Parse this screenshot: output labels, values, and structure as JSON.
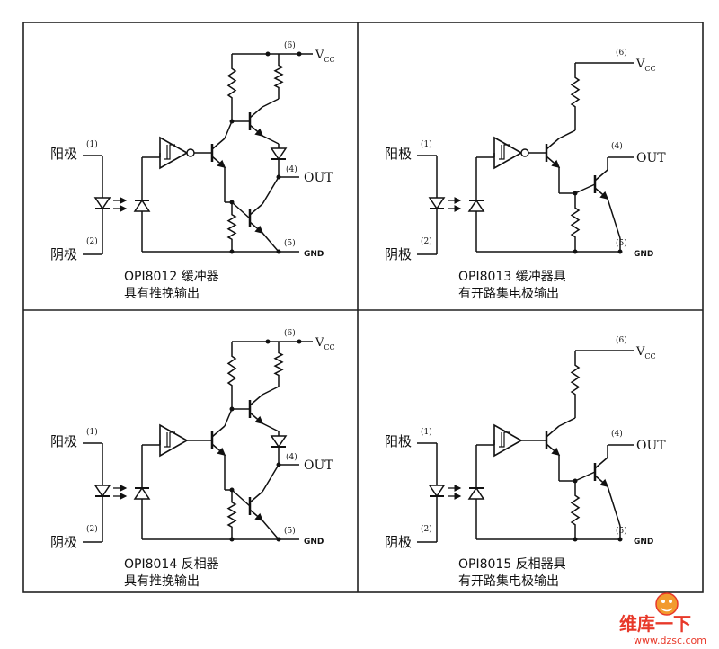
{
  "panels": [
    {
      "id": "opi8012",
      "output_type": "push-pull",
      "inverting": false,
      "caption_line1": "OPI8012 缓冲器",
      "caption_line2": "具有推挽输出",
      "anode_label": "阳极",
      "cathode_label": "阴极",
      "pin1": "(1)",
      "pin2": "(2)",
      "pin4": "(4)",
      "pin5": "(5)",
      "pin6": "(6)",
      "vcc_label": "V",
      "vcc_sub": "CC",
      "out_label": "OUT",
      "gnd_label": "GND"
    },
    {
      "id": "opi8013",
      "output_type": "open-collector",
      "inverting": false,
      "caption_line1": "OPI8013 缓冲器具",
      "caption_line2": "有开路集电极输出",
      "anode_label": "阳极",
      "cathode_label": "阴极",
      "pin1": "(1)",
      "pin2": "(2)",
      "pin4": "(4)",
      "pin5": "(5)",
      "pin6": "(6)",
      "vcc_label": "V",
      "vcc_sub": "CC",
      "out_label": "OUT",
      "gnd_label": "GND"
    },
    {
      "id": "opi8014",
      "output_type": "push-pull",
      "inverting": true,
      "caption_line1": "OPI8014 反相器",
      "caption_line2": "具有推挽输出",
      "anode_label": "阳极",
      "cathode_label": "阴极",
      "pin1": "(1)",
      "pin2": "(2)",
      "pin4": "(4)",
      "pin5": "(5)",
      "pin6": "(6)",
      "vcc_label": "V",
      "vcc_sub": "CC",
      "out_label": "OUT",
      "gnd_label": "GND"
    },
    {
      "id": "opi8015",
      "output_type": "open-collector",
      "inverting": true,
      "caption_line1": "OPI8015 反相器具",
      "caption_line2": "有开路集电极输出",
      "anode_label": "阳极",
      "cathode_label": "阴极",
      "pin1": "(1)",
      "pin2": "(2)",
      "pin4": "(4)",
      "pin5": "(5)",
      "pin6": "(6)",
      "vcc_label": "V",
      "vcc_sub": "CC",
      "out_label": "OUT",
      "gnd_label": "GND"
    }
  ],
  "watermark": {
    "brand": "维库一下",
    "url": "www.dzsc.com"
  },
  "colors": {
    "line": "#111111",
    "frame": "#222222",
    "watermark_red": "#e8392a",
    "watermark_orange": "#f29a2e"
  }
}
